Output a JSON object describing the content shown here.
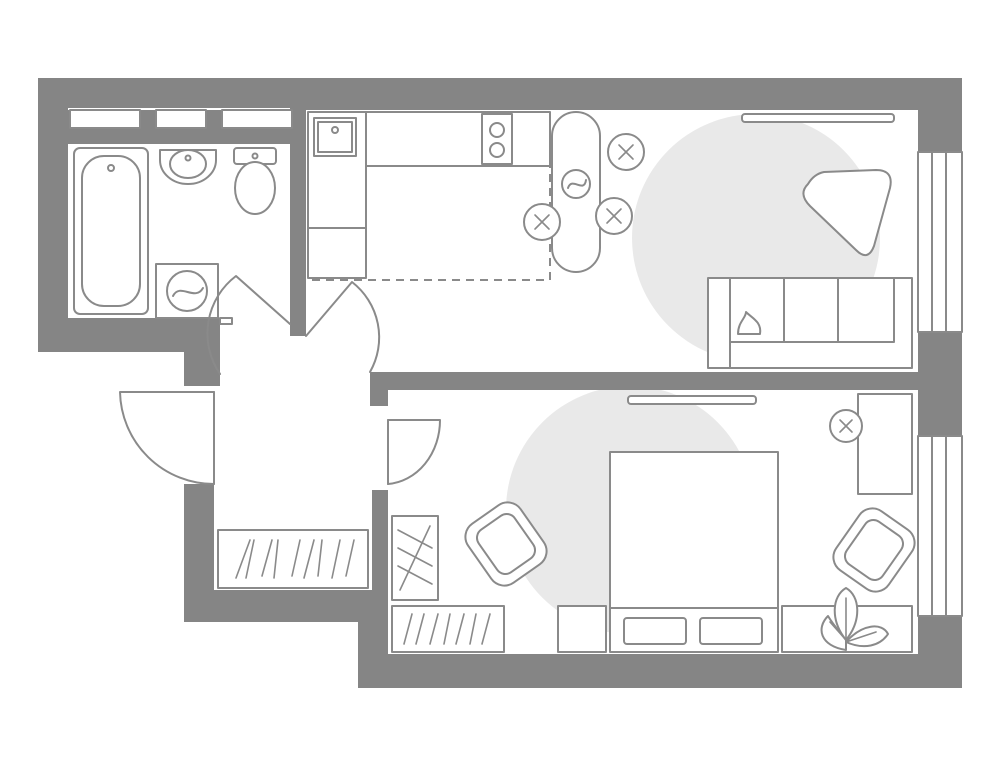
{
  "colors": {
    "wall": "#858585",
    "line": "#8a8a8a",
    "background": "#ffffff",
    "activity_zone": "#e9e9e9"
  },
  "rooms": [
    "bathroom",
    "kitchen-living",
    "hallway",
    "bedroom"
  ],
  "icons": [
    "bathtub-icon",
    "washbasin-icon",
    "toilet-icon",
    "washing-machine-icon",
    "kitchen-sink-icon",
    "cooktop-icon",
    "dining-table-icon",
    "chair-icon",
    "coffee-table-icon",
    "sofa-icon",
    "tv-icon",
    "wardrobe-icon",
    "double-bed-icon",
    "armchair-icon",
    "desk-icon",
    "plant-icon",
    "window-icon",
    "door-icon"
  ]
}
